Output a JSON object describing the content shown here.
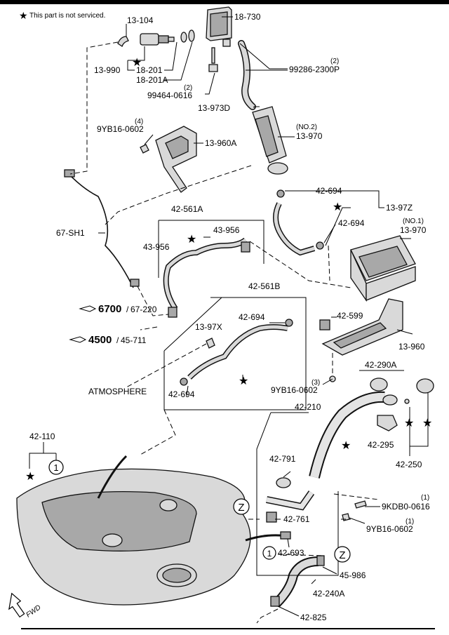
{
  "legend": {
    "star": "★",
    "text": "This part is not serviced."
  },
  "labels": {
    "p13_104": "13-104",
    "p18_730": "18-730",
    "p13_990": "13-990",
    "p18_201": "18-201",
    "p18_201A": "18-201A",
    "p99286": "99286-2300P",
    "q99286": "(2)",
    "p99464": "99464-0616",
    "q99464": "(2)",
    "p13_973D": "13-973D",
    "p9YB16_a": "9YB16-0602",
    "q9YB16_a": "(4)",
    "p13_960A": "13-960A",
    "p13_970_top": "13-970",
    "n13_970_top": "(NO.2)",
    "p42_694_a": "42-694",
    "p13_97Z": "13-97Z",
    "p42_694_b": "42-694",
    "p13_970_mid": "13-970",
    "n13_970_mid": "(NO.1)",
    "p42_561A": "42-561A",
    "p43_956_a": "43-956",
    "p43_956_b": "43-956",
    "p67_SH1": "67-SH1",
    "p42_561B": "42-561B",
    "p42_694_c": "42-694",
    "p13_97X": "13-97X",
    "p42_599": "42-599",
    "p13_960": "13-960",
    "atmosphere": "ATMOSPHERE",
    "p42_694_d": "42-694",
    "p9YB16_b": "9YB16-0602",
    "q9YB16_b": "(3)",
    "p42_290A": "42-290A",
    "p42_210": "42-210",
    "p42_110": "42-110",
    "p42_295": "42-295",
    "p42_250": "42-250",
    "p42_791": "42-791",
    "p9KDB0": "9KDB0-0616",
    "q9KDB0": "(1)",
    "p42_761": "42-761",
    "p9YB16_c": "9YB16-0602",
    "q9YB16_c": "(1)",
    "p42_693": "42-693",
    "p45_986": "45-986",
    "p42_240A": "42-240A",
    "p42_825": "42-825"
  },
  "refs": {
    "ref1_main": "6700",
    "ref1_sub": "67-220",
    "ref2_main": "4500",
    "ref2_sub": "45-711"
  },
  "circles": {
    "z": "Z",
    "one": "1"
  },
  "direction": "FWD"
}
